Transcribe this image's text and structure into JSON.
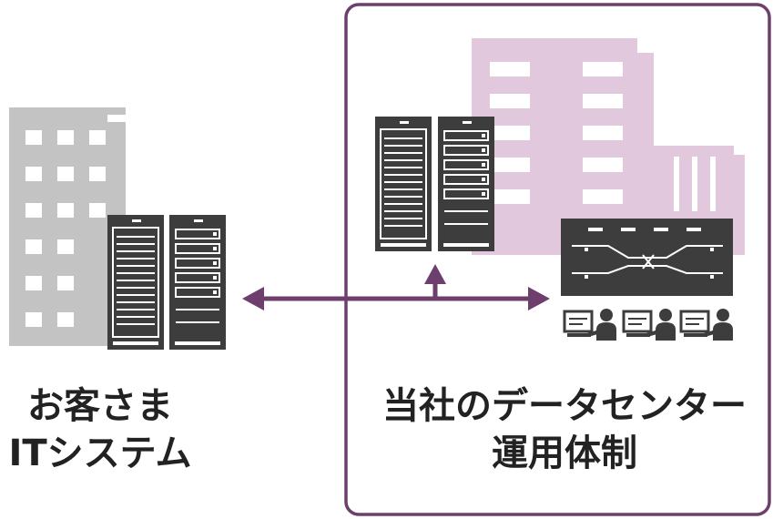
{
  "colors": {
    "frame": "#6e3f6d",
    "arrow": "#6e3f6d",
    "building_customer": "#c3c3c3",
    "building_dc": "#e2c8dc",
    "rack": "#3d3d3d",
    "rack_lines": "#ffffff"
  },
  "customer": {
    "line1": "お客さま",
    "line2": "ITシステム"
  },
  "datacenter": {
    "line1": "当社のデータセンター",
    "line2": "運用体制"
  },
  "icons": {
    "customer_building": "office-building-icon",
    "customer_servers": "server-rack-icon",
    "dc_building": "office-building-icon",
    "dc_servers": "server-rack-icon",
    "network_switch": "network-switch-icon",
    "operators": "operator-at-monitor-icon"
  }
}
